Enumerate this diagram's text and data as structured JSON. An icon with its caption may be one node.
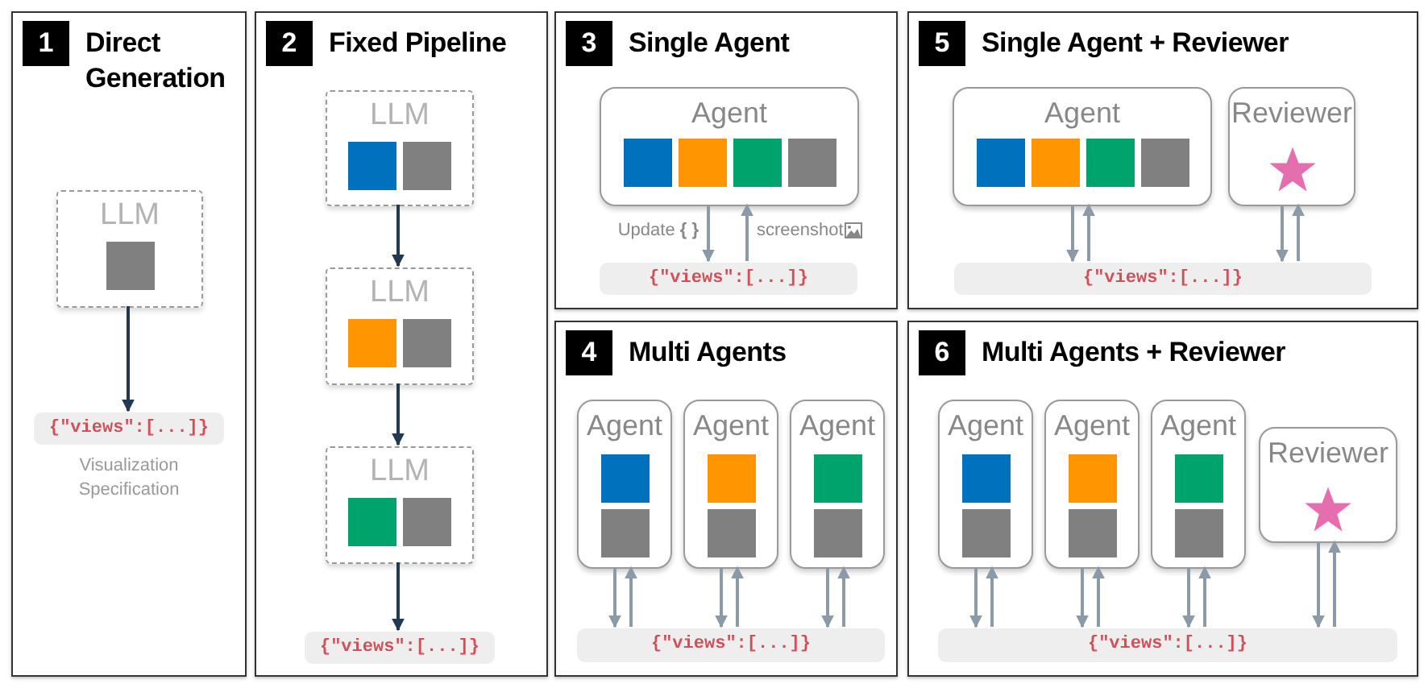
{
  "diagram": {
    "nodes": [
      {
        "text": [
          "1",
          "Direct Generation"
        ]
      },
      {
        "text": [
          "LLM"
        ],
        "in": 0
      },
      {
        "text": [
          "{\"views\":[...]}"
        ],
        "in": 0,
        "beside": [
          "Visualization Specification"
        ]
      },
      {
        "text": [
          "2",
          "Fixed Pipeline"
        ]
      },
      {
        "text": [
          "LLM"
        ],
        "in": 3
      },
      {
        "text": [
          "LLM"
        ],
        "in": 3
      },
      {
        "text": [
          "LLM"
        ],
        "in": 3
      },
      {
        "text": [
          "{\"views\":[...]}"
        ],
        "in": 3
      },
      {
        "text": [
          "3",
          "Single Agent"
        ]
      },
      {
        "text": [
          "Agent"
        ],
        "in": 8
      },
      {
        "text": [
          "{\"views\":[...]}"
        ],
        "in": 8
      },
      {
        "text": [
          "5",
          "Single Agent + Reviewer"
        ]
      },
      {
        "text": [
          "Agent"
        ],
        "in": 11
      },
      {
        "text": [
          "Reviewer"
        ],
        "in": 11
      },
      {
        "text": [
          "{\"views\":[...]}"
        ],
        "in": 11
      },
      {
        "text": [
          "4",
          "Multi Agents"
        ]
      },
      {
        "text": [
          "Agent"
        ],
        "in": 15
      },
      {
        "text": [
          "Agent"
        ],
        "in": 15
      },
      {
        "text": [
          "Agent"
        ],
        "in": 15
      },
      {
        "text": [
          "{\"views\":[...]}"
        ],
        "in": 15
      },
      {
        "text": [
          "6",
          "Multi Agents + Reviewer"
        ]
      },
      {
        "text": [
          "Agent"
        ],
        "in": 20
      },
      {
        "text": [
          "Agent"
        ],
        "in": 20
      },
      {
        "text": [
          "Agent"
        ],
        "in": 20
      },
      {
        "text": [
          "Reviewer"
        ],
        "in": 20
      },
      {
        "text": [
          "{\"views\":[...]}"
        ],
        "in": 20
      }
    ],
    "edges": [
      {
        "from": 1,
        "to": 2,
        "arrow": "to",
        "color": "#22394f"
      },
      {
        "from": 4,
        "to": 5,
        "arrow": "to",
        "color": "#22394f"
      },
      {
        "from": 5,
        "to": 6,
        "arrow": "to",
        "color": "#22394f"
      },
      {
        "from": 6,
        "to": 7,
        "arrow": "to",
        "color": "#22394f"
      },
      {
        "from": 9,
        "to": 10,
        "arrow": "to",
        "label": "Update **{ }**"
      },
      {
        "from": 10,
        "to": 9,
        "arrow": "to",
        "label": "screenshot"
      },
      {
        "from": 12,
        "to": 14,
        "arrow": "to"
      },
      {
        "from": 14,
        "to": 12,
        "arrow": "to"
      },
      {
        "from": 13,
        "to": 14,
        "arrow": "to"
      },
      {
        "from": 14,
        "to": 13,
        "arrow": "to"
      },
      {
        "from": 16,
        "to": 19,
        "arrow": "to"
      },
      {
        "from": 19,
        "to": 16,
        "arrow": "to"
      },
      {
        "from": 17,
        "to": 19,
        "arrow": "to"
      },
      {
        "from": 19,
        "to": 17,
        "arrow": "to"
      },
      {
        "from": 18,
        "to": 19,
        "arrow": "to"
      },
      {
        "from": 19,
        "to": 18,
        "arrow": "to"
      },
      {
        "from": 21,
        "to": 25,
        "arrow": "to"
      },
      {
        "from": 25,
        "to": 21,
        "arrow": "to"
      },
      {
        "from": 22,
        "to": 25,
        "arrow": "to"
      },
      {
        "from": 25,
        "to": 22,
        "arrow": "to"
      },
      {
        "from": 23,
        "to": 25,
        "arrow": "to"
      },
      {
        "from": 25,
        "to": 23,
        "arrow": "to"
      },
      {
        "from": 24,
        "to": 25,
        "arrow": "to"
      },
      {
        "from": 25,
        "to": 24,
        "arrow": "to"
      }
    ]
  }
}
